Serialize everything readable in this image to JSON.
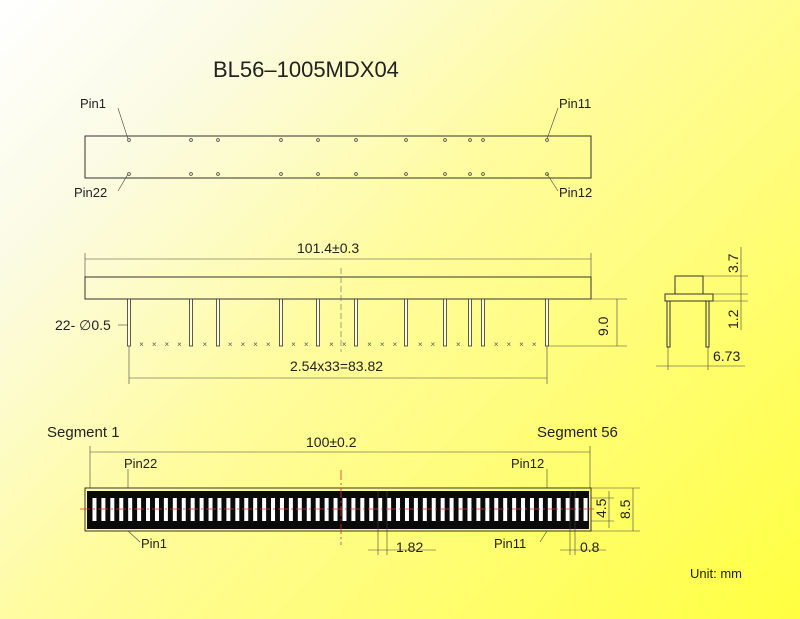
{
  "title": "BL56–1005MDX04",
  "top_view": {
    "pin1": "Pin1",
    "pin11": "Pin11",
    "pin22": "Pin22",
    "pin12": "Pin12"
  },
  "side_view": {
    "length_dim": "101.4±0.3",
    "pin_callout": "22- ∅0.5",
    "pitch_dim": "2.54x33=83.82",
    "pin_length_dim": "9.0"
  },
  "end_view": {
    "height_dim": "3.7",
    "offset_dim": "1.2",
    "spacing_dim": "6.73"
  },
  "bottom_view": {
    "segment_first": "Segment 1",
    "segment_last": "Segment 56",
    "length_dim": "100±0.2",
    "pin22": "Pin22",
    "pin12": "Pin12",
    "pin1": "Pin1",
    "pin11": "Pin11",
    "segment_pitch_dim": "1.82",
    "segment_width_dim": "0.8",
    "inner_height_dim": "4.5",
    "outer_height_dim": "8.5"
  },
  "unit_label": "Unit: mm",
  "colors": {
    "background_start": "#ffffff",
    "background_end": "#ffff40",
    "line": "#333333",
    "center_line": "#e03030"
  }
}
